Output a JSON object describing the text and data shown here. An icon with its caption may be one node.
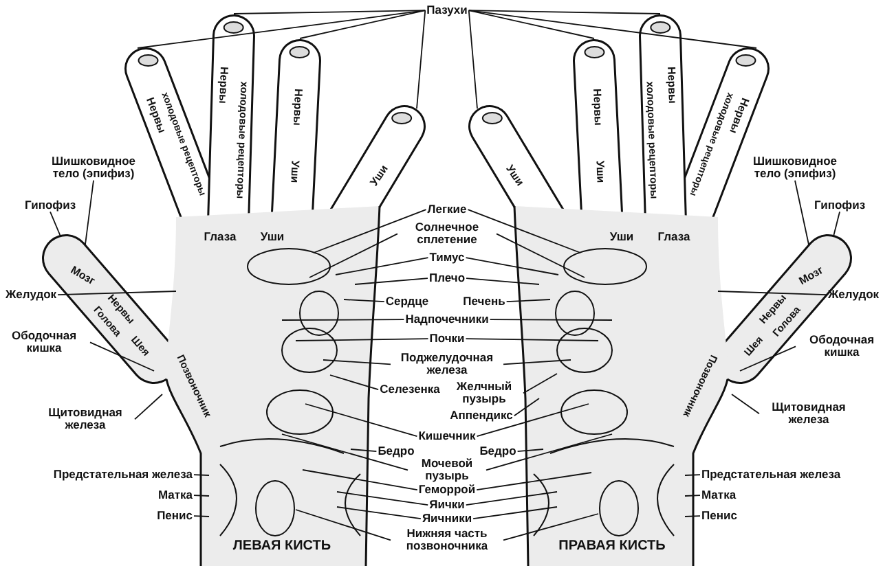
{
  "diagram": {
    "nodes": [
      {
        "text": [
          "Пазухи"
        ]
      },
      {
        "text": [
          "Шишковидное тело (эпифиз)"
        ]
      },
      {
        "text": [
          "Гипофиз"
        ]
      },
      {
        "text": [
          "Желудок"
        ]
      },
      {
        "text": [
          "Ободочная кишка"
        ]
      },
      {
        "text": [
          "Щитовидная железа"
        ]
      },
      {
        "text": [
          "Предстательная железа"
        ]
      },
      {
        "text": [
          "Матка"
        ]
      },
      {
        "text": [
          "Пенис"
        ]
      },
      {
        "text": [
          "Легкие"
        ]
      },
      {
        "text": [
          "Солнечное сплетение"
        ]
      },
      {
        "text": [
          "Тимус"
        ]
      },
      {
        "text": [
          "Плечо"
        ]
      },
      {
        "text": [
          "Сердце"
        ]
      },
      {
        "text": [
          "Печень"
        ]
      },
      {
        "text": [
          "Надпочечники"
        ]
      },
      {
        "text": [
          "Почки"
        ]
      },
      {
        "text": [
          "Поджелудочная железа"
        ]
      },
      {
        "text": [
          "Селезенка"
        ]
      },
      {
        "text": [
          "Желчный пузырь"
        ]
      },
      {
        "text": [
          "Аппендикс"
        ]
      },
      {
        "text": [
          "Кишечник"
        ]
      },
      {
        "text": [
          "Бедро"
        ]
      },
      {
        "text": [
          "Бедро"
        ]
      },
      {
        "text": [
          "Мочевой пузырь"
        ]
      },
      {
        "text": [
          "Геморрой"
        ]
      },
      {
        "text": [
          "Яички"
        ]
      },
      {
        "text": [
          "Яичники"
        ]
      },
      {
        "text": [
          "Нижняя часть позвоночника"
        ]
      },
      {
        "text": [
          "Шишковидное тело (эпифиз)"
        ]
      },
      {
        "text": [
          "Гипофиз"
        ]
      },
      {
        "text": [
          "Желудок"
        ]
      },
      {
        "text": [
          "Ободочная кишка"
        ]
      },
      {
        "text": [
          "Щитовидная железа"
        ]
      },
      {
        "text": [
          "Предстательная железа"
        ]
      },
      {
        "text": [
          "Матка"
        ]
      },
      {
        "text": [
          "Пенис"
        ]
      }
    ],
    "edges": [
      {
        "from": 0,
        "to": null,
        "arrow": "none"
      },
      {
        "from": 0,
        "to": null,
        "arrow": "none"
      },
      {
        "from": 0,
        "to": null,
        "arrow": "none"
      },
      {
        "from": 0,
        "to": null,
        "arrow": "none"
      },
      {
        "from": 0,
        "to": null,
        "arrow": "none"
      },
      {
        "from": 0,
        "to": null,
        "arrow": "none"
      },
      {
        "from": 0,
        "to": null,
        "arrow": "none"
      },
      {
        "from": 0,
        "to": null,
        "arrow": "none"
      },
      {
        "from": 1,
        "to": null,
        "arrow": "none"
      },
      {
        "from": 2,
        "to": null,
        "arrow": "none"
      },
      {
        "from": 3,
        "to": null,
        "arrow": "none"
      },
      {
        "from": 4,
        "to": null,
        "arrow": "none"
      },
      {
        "from": 5,
        "to": null,
        "arrow": "none"
      },
      {
        "from": 6,
        "to": null,
        "arrow": "none"
      },
      {
        "from": 7,
        "to": null,
        "arrow": "none"
      },
      {
        "from": 8,
        "to": null,
        "arrow": "none"
      },
      {
        "from": 9,
        "to": null,
        "arrow": "none"
      },
      {
        "from": 9,
        "to": null,
        "arrow": "none"
      },
      {
        "from": 10,
        "to": null,
        "arrow": "none"
      },
      {
        "from": 10,
        "to": null,
        "arrow": "none"
      },
      {
        "from": 11,
        "to": null,
        "arrow": "none"
      },
      {
        "from": 11,
        "to": null,
        "arrow": "none"
      },
      {
        "from": 12,
        "to": null,
        "arrow": "none"
      },
      {
        "from": 12,
        "to": null,
        "arrow": "none"
      },
      {
        "from": 13,
        "to": null,
        "arrow": "none"
      },
      {
        "from": 14,
        "to": null,
        "arrow": "none"
      },
      {
        "from": 15,
        "to": null,
        "arrow": "none"
      },
      {
        "from": 15,
        "to": null,
        "arrow": "none"
      },
      {
        "from": 16,
        "to": null,
        "arrow": "none"
      },
      {
        "from": 16,
        "to": null,
        "arrow": "none"
      },
      {
        "from": 17,
        "to": null,
        "arrow": "none"
      },
      {
        "from": 17,
        "to": null,
        "arrow": "none"
      },
      {
        "from": 18,
        "to": null,
        "arrow": "none"
      },
      {
        "from": 19,
        "to": null,
        "arrow": "none"
      },
      {
        "from": 20,
        "to": null,
        "arrow": "none"
      },
      {
        "from": 21,
        "to": null,
        "arrow": "none"
      },
      {
        "from": 21,
        "to": null,
        "arrow": "none"
      },
      {
        "from": 22,
        "to": null,
        "arrow": "none"
      },
      {
        "from": 23,
        "to": null,
        "arrow": "none"
      },
      {
        "from": 24,
        "to": null,
        "arrow": "none"
      },
      {
        "from": 24,
        "to": null,
        "arrow": "none"
      },
      {
        "from": 25,
        "to": null,
        "arrow": "none"
      },
      {
        "from": 25,
        "to": null,
        "arrow": "none"
      },
      {
        "from": 26,
        "to": null,
        "arrow": "none"
      },
      {
        "from": 26,
        "to": null,
        "arrow": "none"
      },
      {
        "from": 27,
        "to": null,
        "arrow": "none"
      },
      {
        "from": 27,
        "to": null,
        "arrow": "none"
      },
      {
        "from": 28,
        "to": null,
        "arrow": "none"
      },
      {
        "from": 28,
        "to": null,
        "arrow": "none"
      },
      {
        "from": 29,
        "to": null,
        "arrow": "none"
      },
      {
        "from": 30,
        "to": null,
        "arrow": "none"
      },
      {
        "from": 31,
        "to": null,
        "arrow": "none"
      },
      {
        "from": 32,
        "to": null,
        "arrow": "none"
      },
      {
        "from": 33,
        "to": null,
        "arrow": "none"
      },
      {
        "from": 34,
        "to": null,
        "arrow": "none"
      },
      {
        "from": 35,
        "to": null,
        "arrow": "none"
      },
      {
        "from": 36,
        "to": null,
        "arrow": "none"
      }
    ],
    "labels": [
      "Нервы",
      "холодовые рецепторы",
      "Нервы",
      "холодовые рецепторы",
      "Нервы",
      "Уши",
      "Уши",
      "Глаза",
      "Уши",
      "Мозг",
      "Нервы",
      "Голова",
      "Шея",
      "Позвоночник",
      "Нервы",
      "холодовые рецепторы",
      "Нервы",
      "холодовые рецепторы",
      "Нервы",
      "Уши",
      "Уши",
      "Глаза",
      "Уши",
      "Мозг",
      "Нервы",
      "Голова",
      "Шея",
      "Позвоночник",
      "ЛЕВАЯ КИСТЬ",
      "ПРАВАЯ КИСТЬ"
    ]
  }
}
